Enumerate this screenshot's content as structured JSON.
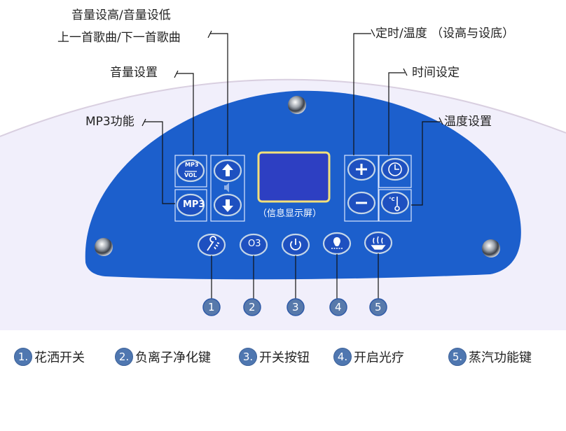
{
  "callouts": {
    "volume_up_down": "音量设高/音量设低",
    "prev_next_song": "上一首歌曲/下一首歌曲",
    "volume_setting": "音量设置",
    "mp3_function": "MP3功能",
    "timer_temp_up_down": "定时/温度 （设高与设底）",
    "time_setting": "时间设定",
    "temp_setting": "温度设置"
  },
  "panel": {
    "color": "#1c5fcc",
    "mp3_vol_top": "MP3",
    "mp3_vol_bottom": "VOL",
    "mp3_button": "MP3",
    "display_label": "（信息显示屏）",
    "ozone_label": "O3",
    "temp_unit": "°C"
  },
  "markers": [
    "1",
    "2",
    "3",
    "4",
    "5"
  ],
  "legend": [
    {
      "num": "1.",
      "text": "花洒开关"
    },
    {
      "num": "2.",
      "text": "负离子净化键"
    },
    {
      "num": "3.",
      "text": "开关按钮"
    },
    {
      "num": "4.",
      "text": "开启光疗"
    },
    {
      "num": "5.",
      "text": "蒸汽功能键"
    }
  ]
}
